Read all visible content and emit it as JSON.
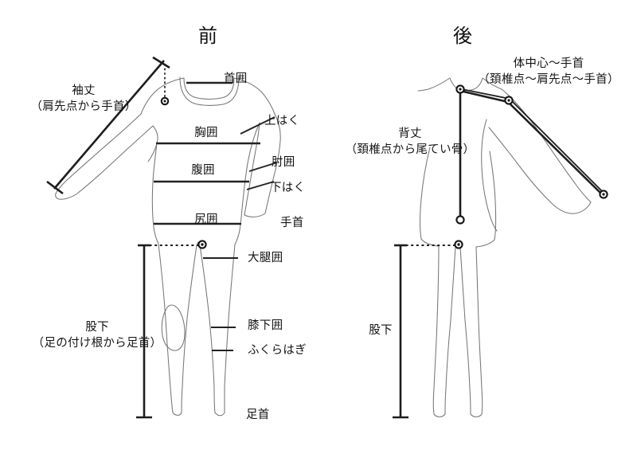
{
  "diagram": {
    "kind": "body-measurement-chart",
    "language": "ja",
    "background_color": "#ffffff",
    "line_color_outline": "#767676",
    "line_color_measure": "#222222",
    "text_color": "#141414"
  },
  "views": [
    {
      "id": "front",
      "title": "前",
      "labels": [
        {
          "id": "sleeve-length",
          "main": "袖丈",
          "sub": "（肩先点から手首）"
        },
        {
          "id": "neck-girth",
          "main": "首囲",
          "sub": ""
        },
        {
          "id": "upper-arm",
          "main": "上はく",
          "sub": ""
        },
        {
          "id": "chest-girth",
          "main": "胸囲",
          "sub": ""
        },
        {
          "id": "elbow-girth",
          "main": "肘囲",
          "sub": ""
        },
        {
          "id": "waist-girth",
          "main": "腹囲",
          "sub": ""
        },
        {
          "id": "forearm",
          "main": "下はく",
          "sub": ""
        },
        {
          "id": "hip-girth",
          "main": "尻囲",
          "sub": ""
        },
        {
          "id": "wrist",
          "main": "手首",
          "sub": ""
        },
        {
          "id": "thigh-girth",
          "main": "大腿囲",
          "sub": ""
        },
        {
          "id": "below-knee-girth",
          "main": "膝下囲",
          "sub": ""
        },
        {
          "id": "calf",
          "main": "ふくらはぎ",
          "sub": ""
        },
        {
          "id": "inseam",
          "main": "股下",
          "sub": "（足の付け根から足首）"
        },
        {
          "id": "ankle",
          "main": "足首",
          "sub": ""
        }
      ]
    },
    {
      "id": "back",
      "title": "後",
      "labels": [
        {
          "id": "center-to-wrist",
          "main": "体中心〜手首",
          "sub": "（頚椎点〜肩先点〜手首）"
        },
        {
          "id": "back-length",
          "main": "背丈",
          "sub": "（頚椎点から尾てい骨）"
        },
        {
          "id": "inseam-back",
          "main": "股下",
          "sub": ""
        }
      ]
    }
  ]
}
